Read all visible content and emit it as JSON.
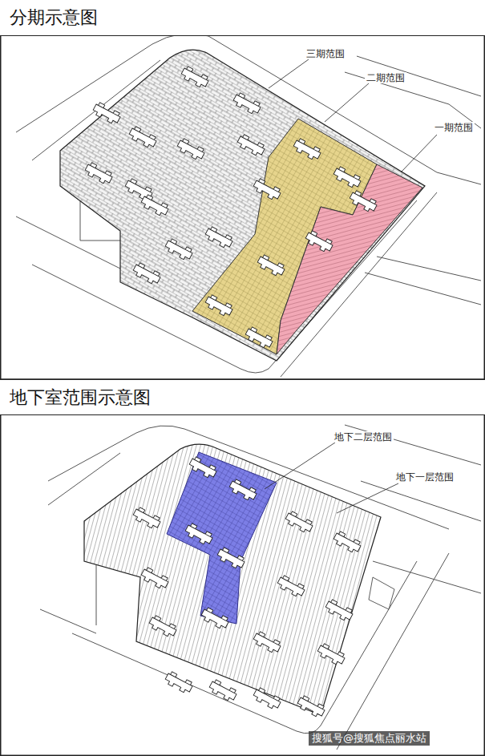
{
  "diagram": {
    "nodes": [
      {
        "text": [
          "分期示意图"
        ]
      },
      {
        "text": [
          "地下室范围示意图"
        ]
      }
    ],
    "labels": [
      "三期范围",
      "二期范围",
      "一期范围",
      "地下二层范围",
      "地下一层范围",
      "搜狐号@搜狐焦点丽水站"
    ]
  }
}
